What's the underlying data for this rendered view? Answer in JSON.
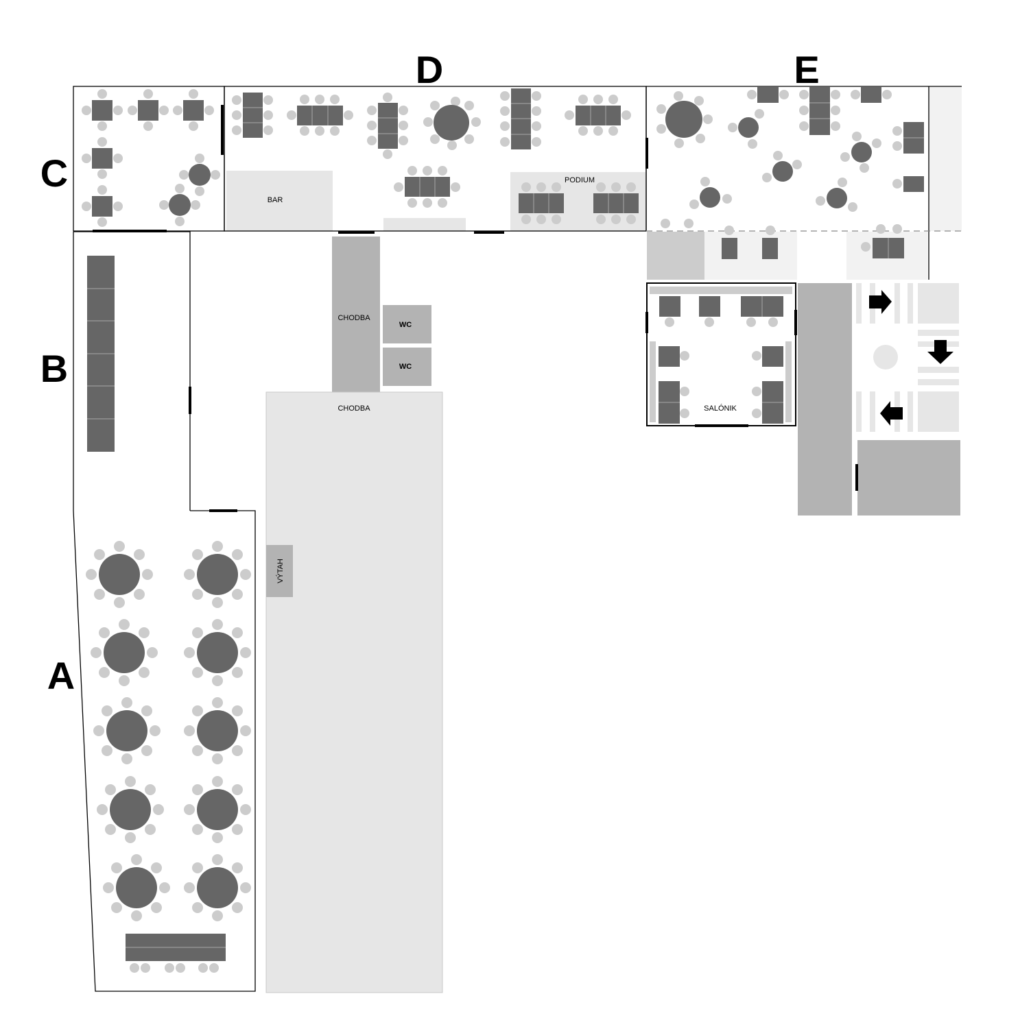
{
  "sections": {
    "a": "A",
    "b": "B",
    "c": "C",
    "d": "D",
    "e": "E"
  },
  "rooms": {
    "bar": "BAR",
    "podium": "PODIUM",
    "chodba_upper": "CHODBA",
    "chodba_lower": "CHODBA",
    "wc1": "WC",
    "wc2": "WC",
    "vytah": "VÝTAH",
    "salonik": "SALÓNIK"
  },
  "icons": {
    "arrow_right": "arrow-right-icon",
    "arrow_down": "arrow-down-icon",
    "arrow_left": "arrow-left-icon"
  },
  "colors": {
    "table": "#666666",
    "chair": "#cccccc",
    "zone_light": "#e6e6e6",
    "zone_dark": "#b3b3b3"
  }
}
